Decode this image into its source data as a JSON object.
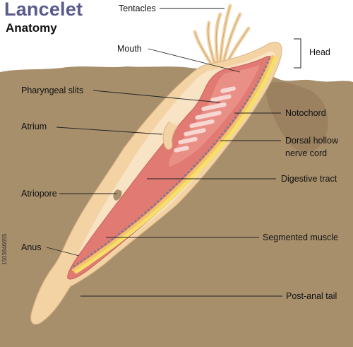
{
  "title": "Lancelet",
  "subtitle": "Anatomy",
  "labels": {
    "tentacles": "Tentacles",
    "mouth": "Mouth",
    "head": "Head",
    "pharyngeal_slits": "Pharyngeal slits",
    "notochord": "Notochord",
    "atrium": "Atrium",
    "dorsal_hollow_nerve_cord_1": "Dorsal hollow",
    "dorsal_hollow_nerve_cord_2": "nerve cord",
    "digestive_tract": "Digestive tract",
    "atriopore": "Atriopore",
    "segmented_muscle": "Segmented muscle",
    "anus": "Anus",
    "post_anal_tail": "Post-anal tail"
  },
  "watermark": "1503846655",
  "colors": {
    "title": "#5a5a8c",
    "sediment": "#a88f6c",
    "body_outer": "#f3d3a4",
    "body_inner": "#f8e3c5",
    "digestive_tract": "#e07a72",
    "pharynx": "#e98f86",
    "notochord": "#f6c26a",
    "nerve_cord": "#f5e06a",
    "segment_line": "#6b7e94",
    "leader_line": "#222222"
  }
}
